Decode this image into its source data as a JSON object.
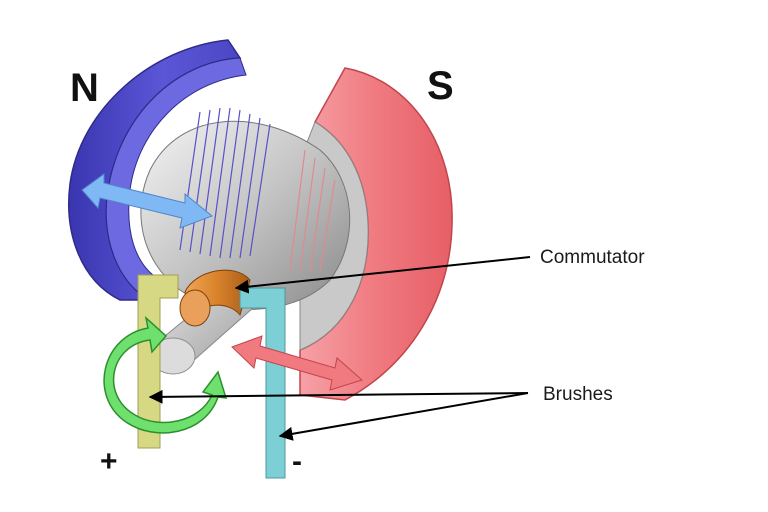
{
  "labels": {
    "north": "N",
    "south": "S",
    "plus": "+",
    "minus": "-",
    "commutator": "Commutator",
    "brushes": "Brushes"
  },
  "colors": {
    "north_magnet": "#4b47c4",
    "south_magnet": "#ef6f75",
    "commutator": "#d9822b",
    "brush_positive": "#d6d884",
    "brush_negative": "#7ccfd4",
    "field_arrow_blue": "#7fb8f5",
    "field_arrow_red": "#f07a80",
    "rotation_arrow": "#6ee06e",
    "callout_line": "#000000"
  },
  "icons": {
    "rotation": "circular-arrow-icon",
    "field_north": "double-headed-arrow-icon",
    "field_south": "double-headed-arrow-icon"
  }
}
